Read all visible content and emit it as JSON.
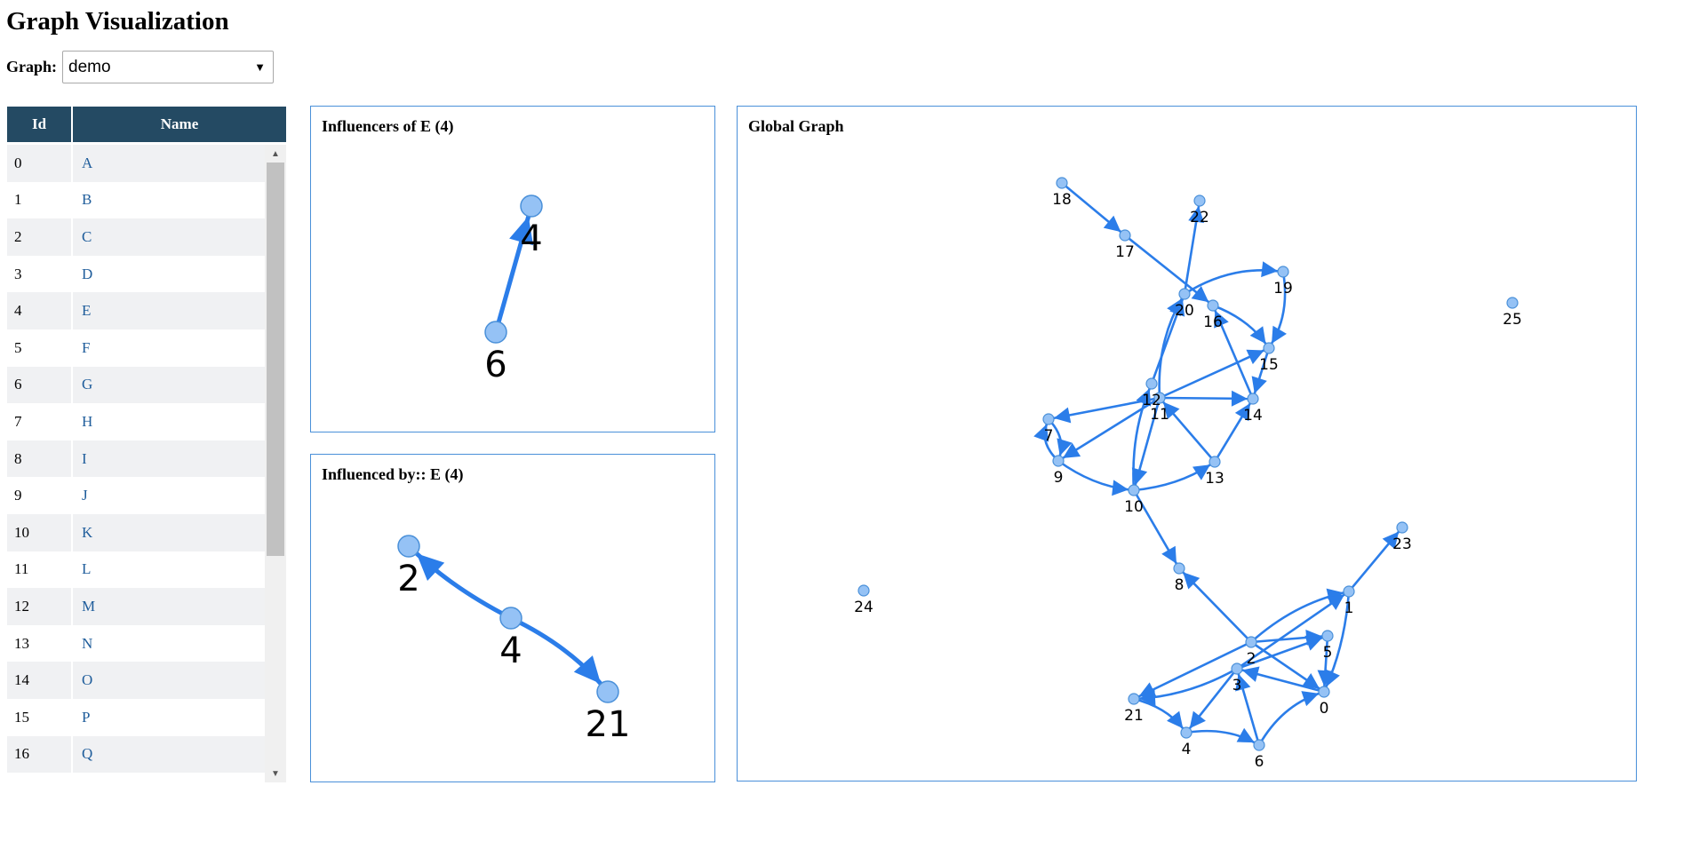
{
  "page": {
    "title": "Graph Visualization"
  },
  "graph_select": {
    "label": "Graph:",
    "value": "demo",
    "arrow_icon": "triangle-down"
  },
  "table": {
    "headers": {
      "id": "Id",
      "name": "Name"
    },
    "rows": [
      {
        "id": "0",
        "name": "A"
      },
      {
        "id": "1",
        "name": "B"
      },
      {
        "id": "2",
        "name": "C"
      },
      {
        "id": "3",
        "name": "D"
      },
      {
        "id": "4",
        "name": "E"
      },
      {
        "id": "5",
        "name": "F"
      },
      {
        "id": "6",
        "name": "G"
      },
      {
        "id": "7",
        "name": "H"
      },
      {
        "id": "8",
        "name": "I"
      },
      {
        "id": "9",
        "name": "J"
      },
      {
        "id": "10",
        "name": "K"
      },
      {
        "id": "11",
        "name": "L"
      },
      {
        "id": "12",
        "name": "M"
      },
      {
        "id": "13",
        "name": "N"
      },
      {
        "id": "14",
        "name": "O"
      },
      {
        "id": "15",
        "name": "P"
      },
      {
        "id": "16",
        "name": "Q"
      }
    ]
  },
  "panels": {
    "influencers": {
      "title": "Influencers of E (4)",
      "nodes": [
        "4",
        "6"
      ],
      "edges": [
        [
          "6",
          "4"
        ]
      ]
    },
    "influenced": {
      "title": "Influenced by:: E (4)",
      "nodes": [
        "2",
        "4",
        "21"
      ],
      "edges": [
        [
          "4",
          "2"
        ],
        [
          "4",
          "21"
        ]
      ]
    },
    "global": {
      "title": "Global Graph",
      "nodes": [
        "0",
        "1",
        "2",
        "3",
        "4",
        "5",
        "6",
        "7",
        "8",
        "9",
        "10",
        "11",
        "12",
        "13",
        "14",
        "15",
        "16",
        "17",
        "18",
        "19",
        "20",
        "21",
        "22",
        "23",
        "24",
        "25"
      ],
      "edges": [
        [
          "18",
          "17"
        ],
        [
          "17",
          "16"
        ],
        [
          "20",
          "22"
        ],
        [
          "20",
          "19"
        ],
        [
          "19",
          "15"
        ],
        [
          "16",
          "15"
        ],
        [
          "11",
          "20"
        ],
        [
          "12",
          "20"
        ],
        [
          "11",
          "15"
        ],
        [
          "15",
          "14"
        ],
        [
          "14",
          "16"
        ],
        [
          "11",
          "14"
        ],
        [
          "13",
          "14"
        ],
        [
          "11",
          "7"
        ],
        [
          "11",
          "9"
        ],
        [
          "11",
          "10"
        ],
        [
          "13",
          "11"
        ],
        [
          "10",
          "12"
        ],
        [
          "9",
          "10"
        ],
        [
          "7",
          "9"
        ],
        [
          "9",
          "7"
        ],
        [
          "10",
          "13"
        ],
        [
          "10",
          "8"
        ],
        [
          "2",
          "8"
        ],
        [
          "2",
          "1"
        ],
        [
          "2",
          "5"
        ],
        [
          "2",
          "0"
        ],
        [
          "1",
          "23"
        ],
        [
          "1",
          "0"
        ],
        [
          "5",
          "0"
        ],
        [
          "3",
          "5"
        ],
        [
          "3",
          "1"
        ],
        [
          "0",
          "3"
        ],
        [
          "3",
          "21"
        ],
        [
          "3",
          "4"
        ],
        [
          "6",
          "3"
        ],
        [
          "6",
          "0"
        ],
        [
          "4",
          "6"
        ],
        [
          "2",
          "21"
        ],
        [
          "21",
          "4"
        ]
      ]
    }
  },
  "colors": {
    "header_bg": "#244a63",
    "edge": "#2b7de9",
    "node_fill": "#95c2f5",
    "node_stroke": "#4a90d9",
    "panel_border": "#4a90d9",
    "link": "#1f5d9b",
    "row_stripe": "#f0f1f3"
  }
}
